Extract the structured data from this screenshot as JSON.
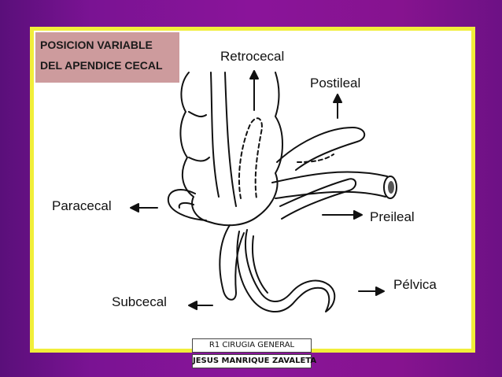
{
  "title": {
    "line1": "POSICION VARIABLE",
    "line2": "DEL APENDICE CECAL"
  },
  "labels": {
    "retrocecal": "Retrocecal",
    "postileal": "Postileal",
    "paracecal": "Paracecal",
    "preileal": "Preileal",
    "pelvica": "Pélvica",
    "subcecal": "Subcecal"
  },
  "credit": {
    "line1": "R1 CIRUGIA GENERAL",
    "line2": "JESUS MANRIQUE ZAVALETA"
  },
  "colors": {
    "background": "#7a1393",
    "border": "#f1ee3a",
    "title_bg": "#cd9b9d"
  }
}
